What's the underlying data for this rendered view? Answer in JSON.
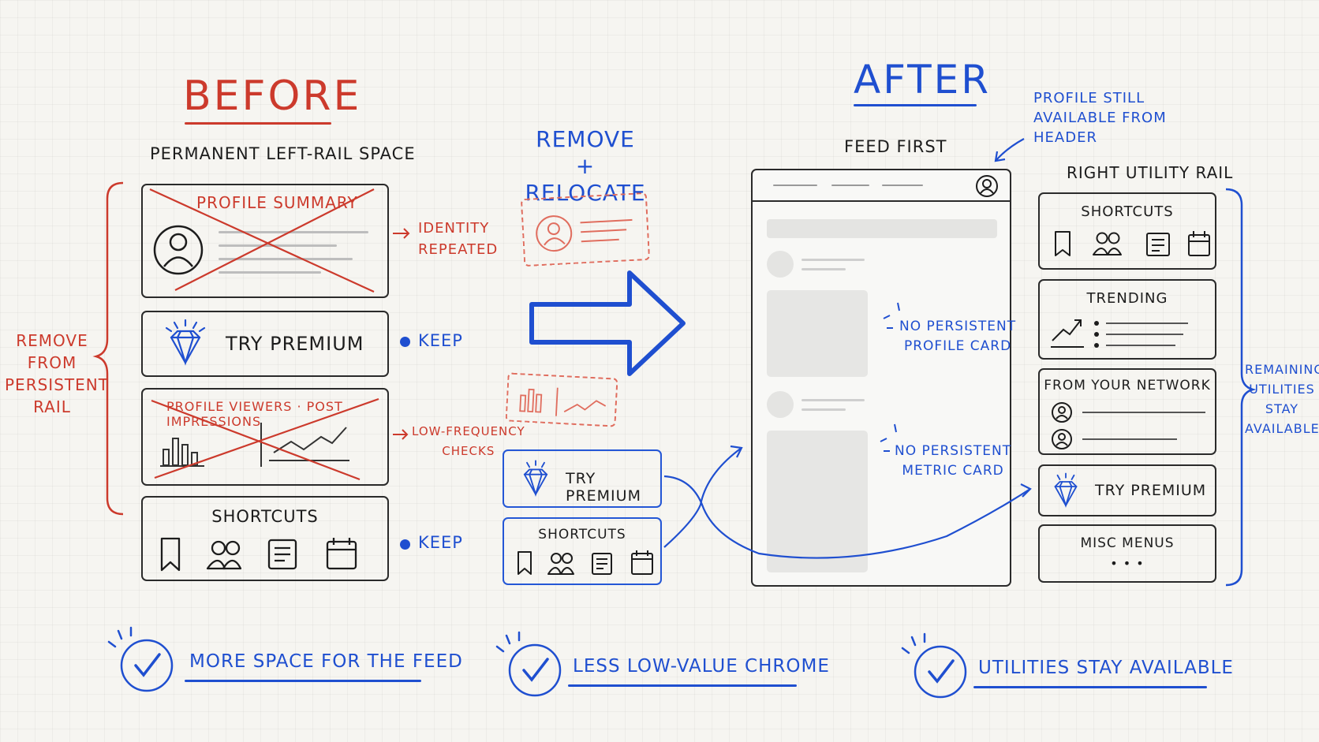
{
  "before": {
    "title": "BEFORE",
    "subtitle": "PERMANENT LEFT-RAIL SPACE",
    "profile_summary": "PROFILE SUMMARY",
    "identity_note": [
      "IDENTITY",
      "REPEATED"
    ],
    "try_premium": "TRY PREMIUM",
    "keep_1": "KEEP",
    "metrics_label": "PROFILE VIEWERS · POST IMPRESSIONS",
    "low_freq_note": [
      "LOW-FREQUENCY",
      "CHECKS"
    ],
    "shortcuts": "SHORTCUTS",
    "keep_2": "KEEP",
    "bracket_label": [
      "REMOVE",
      "FROM",
      "PERSISTENT",
      "RAIL"
    ]
  },
  "middle": {
    "title": [
      "REMOVE +",
      "RELOCATE"
    ],
    "try_premium": "TRY PREMIUM",
    "shortcuts": "SHORTCUTS"
  },
  "after": {
    "title": "AFTER",
    "feed_label": "FEED FIRST",
    "profile_note": [
      "PROFILE STILL",
      "AVAILABLE FROM",
      "HEADER"
    ],
    "no_profile_note": [
      "NO PERSISTENT",
      "PROFILE CARD"
    ],
    "no_metric_note": [
      "NO PERSISTENT",
      "METRIC CARD"
    ],
    "rail_title": "RIGHT UTILITY RAIL",
    "shortcuts": "SHORTCUTS",
    "trending": "TRENDING",
    "network": "FROM YOUR NETWORK",
    "try_premium": "TRY PREMIUM",
    "misc": "MISC MENUS",
    "misc_dots": "• • •",
    "bracket_label": [
      "REMAINING",
      "UTILITIES",
      "STAY",
      "AVAILABLE"
    ]
  },
  "outcomes": [
    "MORE SPACE FOR THE FEED",
    "LESS LOW-VALUE CHROME",
    "UTILITIES STAY AVAILABLE"
  ],
  "colors": {
    "red": "#cc3a2c",
    "blue": "#1f4fd0",
    "ink": "#2a2a2a"
  }
}
